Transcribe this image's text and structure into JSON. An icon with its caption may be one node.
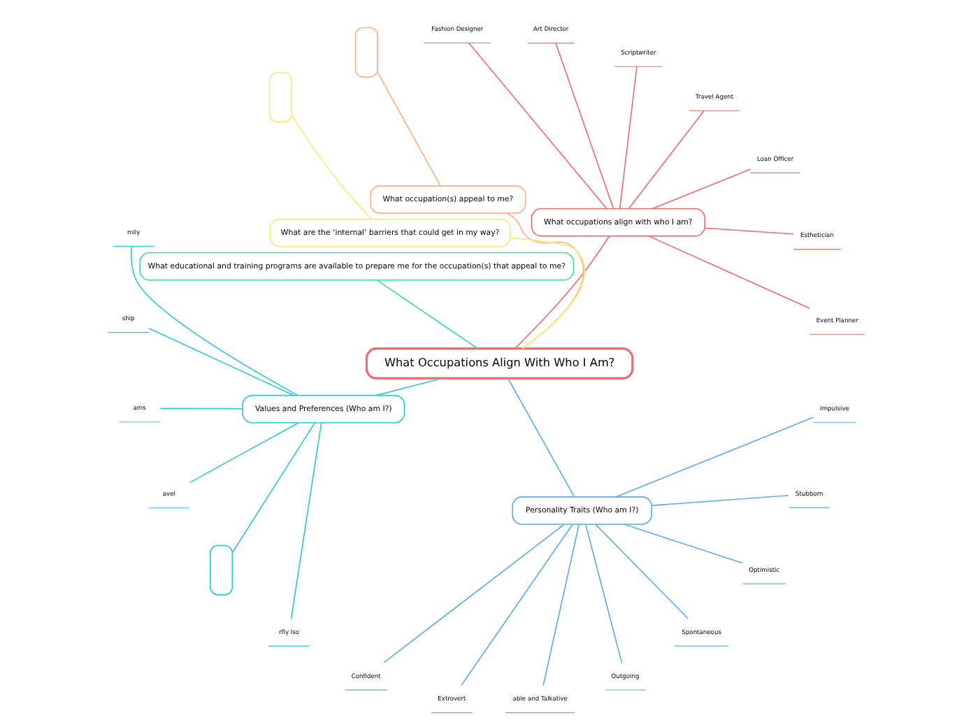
{
  "diagram": {
    "nodes": [
      {
        "text": [
          "What Occupations Align With Who I Am?"
        ]
      },
      {
        "text": [
          "What occupations align with who I am?"
        ]
      },
      {
        "text": [
          "Event Planner"
        ]
      },
      {
        "text": [
          "Esthetician"
        ]
      },
      {
        "text": [
          "Loan Officer"
        ]
      },
      {
        "text": [
          "Travel Agent"
        ]
      },
      {
        "text": [
          "Scriptwriter"
        ]
      },
      {
        "text": [
          "Art Director"
        ]
      },
      {
        "text": [
          "Fashion Designer"
        ]
      },
      {
        "text": [
          "What occupation(s) appeal to me?"
        ]
      },
      {
        "text": [],
        "shape": "box"
      },
      {
        "text": [
          "What are the ‘internal’ barriers that could get in my way?"
        ]
      },
      {
        "text": [],
        "shape": "box"
      },
      {
        "text": [
          "What educational and training programs are available to prepare me for the occupation(s) that appeal to me?"
        ]
      },
      {
        "text": [
          "Values and Preferences (Who am I?)"
        ]
      },
      {
        "text": [
          "mily"
        ]
      },
      {
        "text": [
          "ship"
        ]
      },
      {
        "text": [
          "ams"
        ]
      },
      {
        "text": [
          "avel"
        ]
      },
      {
        "text": [],
        "shape": "box"
      },
      {
        "text": [
          "rfly lso"
        ]
      },
      {
        "text": [
          "Personality Traits (Who am I?)"
        ]
      },
      {
        "text": [
          "Confident"
        ]
      },
      {
        "text": [
          "Extrovert"
        ]
      },
      {
        "text": [
          "able and Talkative"
        ]
      },
      {
        "text": [
          "Outgoing"
        ]
      },
      {
        "text": [
          "Spontaneous"
        ]
      },
      {
        "text": [
          "Optimistic"
        ]
      },
      {
        "text": [
          "Stubborn"
        ]
      },
      {
        "text": [
          "Impulsive"
        ]
      }
    ],
    "edges": [
      {
        "from": 0,
        "to": 1,
        "arrow": "none",
        "color": "#f26b6b"
      },
      {
        "from": 1,
        "to": 2,
        "arrow": "none",
        "color": "#f26b6b"
      },
      {
        "from": 1,
        "to": 3,
        "arrow": "none",
        "color": "#f26b6b"
      },
      {
        "from": 1,
        "to": 4,
        "arrow": "none",
        "color": "#f26b6b"
      },
      {
        "from": 1,
        "to": 5,
        "arrow": "none",
        "color": "#f26b6b"
      },
      {
        "from": 1,
        "to": 6,
        "arrow": "none",
        "color": "#f26b6b"
      },
      {
        "from": 1,
        "to": 7,
        "arrow": "none",
        "color": "#f26b6b"
      },
      {
        "from": 1,
        "to": 8,
        "arrow": "none",
        "color": "#f26b6b"
      },
      {
        "from": 0,
        "to": 9,
        "arrow": "none",
        "color": "#ffb080"
      },
      {
        "from": 9,
        "to": 10,
        "arrow": "none",
        "color": "#ffb080"
      },
      {
        "from": 0,
        "to": 11,
        "arrow": "none",
        "color": "#fbe77a"
      },
      {
        "from": 11,
        "to": 12,
        "arrow": "none",
        "color": "#fbe77a"
      },
      {
        "from": 0,
        "to": 13,
        "arrow": "none",
        "color": "#3fd9a6"
      },
      {
        "from": 0,
        "to": 14,
        "arrow": "none",
        "color": "#2cc8d8"
      },
      {
        "from": 14,
        "to": 15,
        "arrow": "none",
        "color": "#2cc8d8"
      },
      {
        "from": 14,
        "to": 16,
        "arrow": "none",
        "color": "#2cc8d8"
      },
      {
        "from": 14,
        "to": 17,
        "arrow": "none",
        "color": "#2cc8d8"
      },
      {
        "from": 14,
        "to": 18,
        "arrow": "none",
        "color": "#2cc8d8"
      },
      {
        "from": 14,
        "to": 19,
        "arrow": "none",
        "color": "#2cc8d8"
      },
      {
        "from": 14,
        "to": 20,
        "arrow": "none",
        "color": "#2cc8d8"
      },
      {
        "from": 0,
        "to": 21,
        "arrow": "none",
        "color": "#5aacf2"
      },
      {
        "from": 21,
        "to": 22,
        "arrow": "none",
        "color": "#5aacf2"
      },
      {
        "from": 21,
        "to": 23,
        "arrow": "none",
        "color": "#5aacf2"
      },
      {
        "from": 21,
        "to": 24,
        "arrow": "none",
        "color": "#5aacf2"
      },
      {
        "from": 21,
        "to": 25,
        "arrow": "none",
        "color": "#5aacf2"
      },
      {
        "from": 21,
        "to": 26,
        "arrow": "none",
        "color": "#5aacf2"
      },
      {
        "from": 21,
        "to": 27,
        "arrow": "none",
        "color": "#5aacf2"
      },
      {
        "from": 21,
        "to": 28,
        "arrow": "none",
        "color": "#5aacf2"
      },
      {
        "from": 21,
        "to": 29,
        "arrow": "none",
        "color": "#5aacf2"
      }
    ]
  }
}
